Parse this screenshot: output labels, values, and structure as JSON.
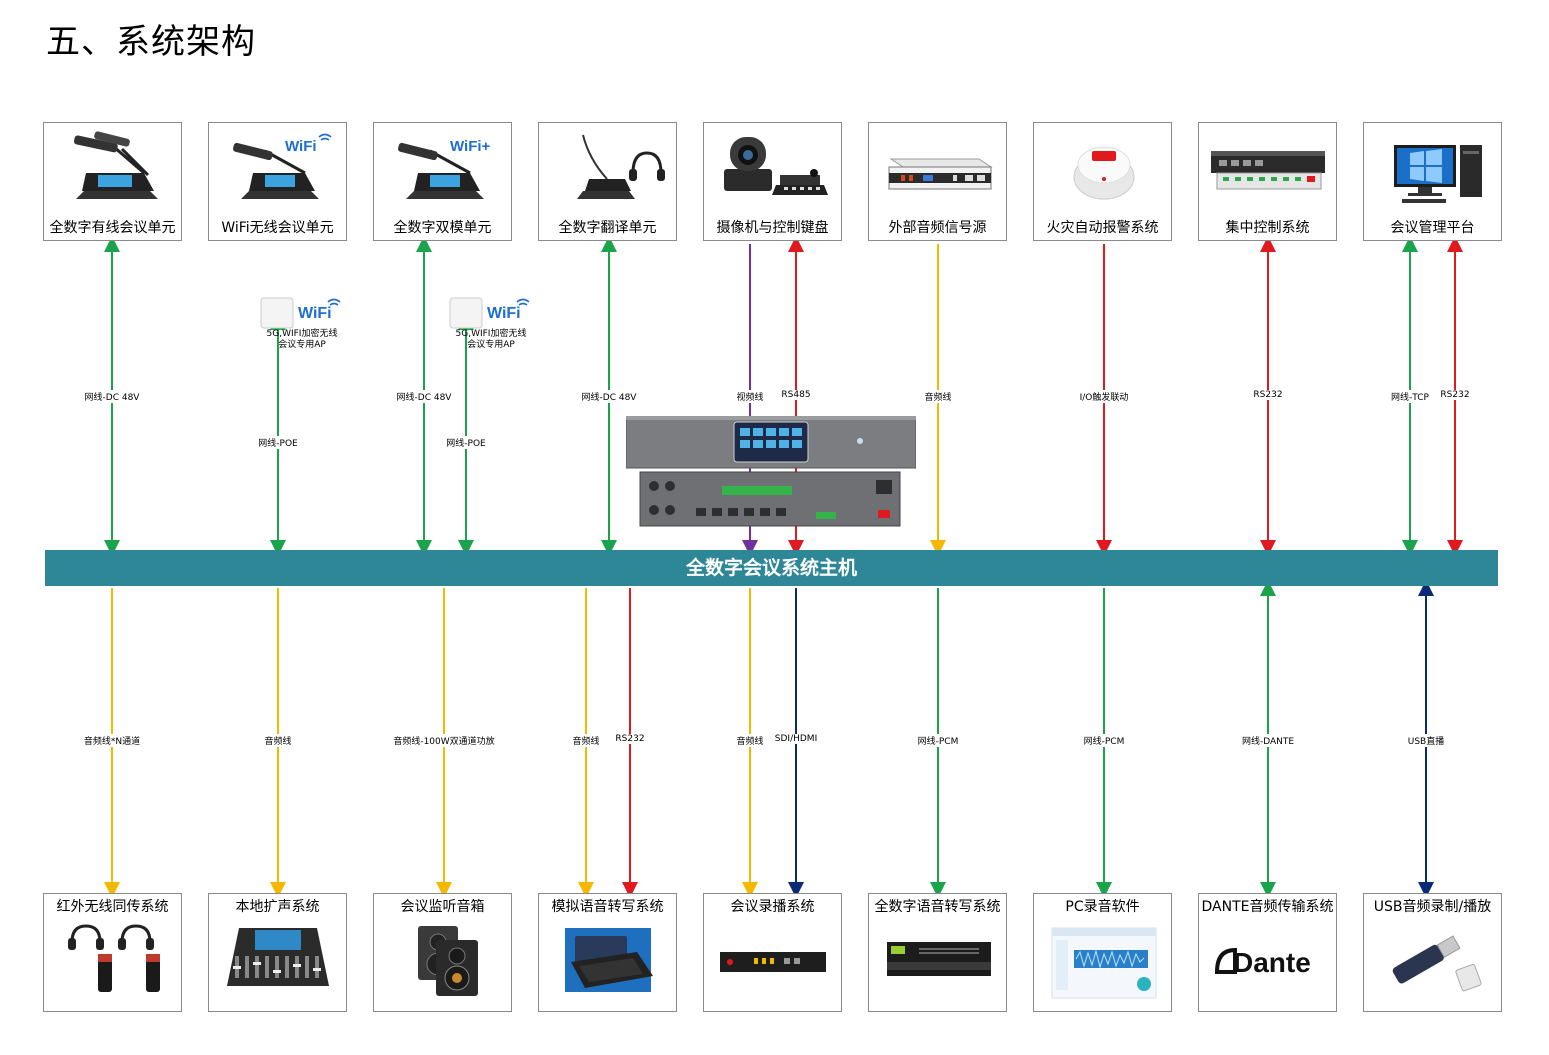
{
  "title": "五、系统架构",
  "bus_label": "全数字会议系统主机",
  "top_boxes": [
    {
      "label": "全数字有线会议单元",
      "icon": "gooseneck-mic-dual-icon"
    },
    {
      "label": "WiFi无线会议单元",
      "icon": "wifi-conference-unit-icon",
      "badge": "WiFi"
    },
    {
      "label": "全数字双模单元",
      "icon": "dual-mode-unit-icon",
      "badge": "WiFi+"
    },
    {
      "label": "全数字翻译单元",
      "icon": "interpreter-unit-icon"
    },
    {
      "label": "摄像机与控制键盘",
      "icon": "ptz-camera-keyboard-icon"
    },
    {
      "label": "外部音频信号源",
      "icon": "audio-source-device-icon"
    },
    {
      "label": "火灾自动报警系统",
      "icon": "fire-alarm-icon"
    },
    {
      "label": "集中控制系统",
      "icon": "central-control-icon"
    },
    {
      "label": "会议管理平台",
      "icon": "pc-workstation-icon"
    }
  ],
  "bottom_boxes": [
    {
      "label": "红外无线同传系统",
      "icon": "ir-headphones-icon"
    },
    {
      "label": "本地扩声系统",
      "icon": "mixing-console-icon"
    },
    {
      "label": "会议监听音箱",
      "icon": "monitor-speakers-icon"
    },
    {
      "label": "模拟语音转写系统",
      "icon": "laptop-icon"
    },
    {
      "label": "会议录播系统",
      "icon": "recorder-device-icon"
    },
    {
      "label": "全数字语音转写系统",
      "icon": "rack-server-icon"
    },
    {
      "label": "PC录音软件",
      "icon": "recording-software-icon"
    },
    {
      "label": "DANTE音频传输系统",
      "icon": "dante-logo-icon",
      "logo_text": "Dante"
    },
    {
      "label": "USB音频录制/播放",
      "icon": "usb-drive-icon"
    }
  ],
  "access_points": [
    {
      "badge": "WiFi",
      "line1": "5G,WIFI加密无线",
      "line2": "会议专用AP"
    },
    {
      "badge": "WiFi",
      "line1": "5G,WIFI加密无线",
      "line2": "会议专用AP"
    }
  ],
  "top_wire_labels": [
    "网线-DC 48V",
    "网线-POE",
    "网线-DC 48V",
    "网线-POE",
    "网线-DC 48V",
    "视频线",
    "RS485",
    "音频线",
    "I/O触发联动",
    "RS232",
    "网线-TCP",
    "RS232"
  ],
  "bottom_wire_labels": [
    "音频线*N通道",
    "音频线",
    "音频线-100W双通道功放",
    "音频线",
    "RS232",
    "音频线",
    "SDI/HDMI",
    "网线-PCM",
    "网线-PCM",
    "网线-DANTE",
    "USB直播"
  ],
  "colors": {
    "green": "#1aa34a",
    "yellow": "#f5b800",
    "red": "#e0191e",
    "purple": "#7030a0",
    "navy": "#0a2a78",
    "bus": "#2e8797"
  }
}
